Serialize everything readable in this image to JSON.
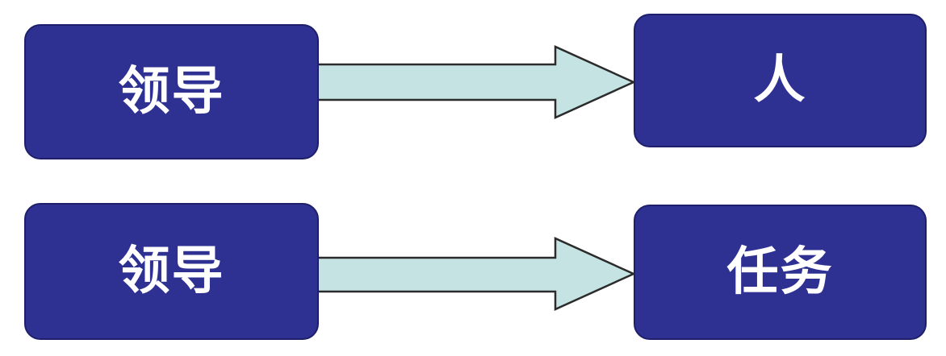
{
  "diagram": {
    "rows": [
      {
        "source": {
          "label": "领导"
        },
        "target": {
          "label": "人"
        }
      },
      {
        "source": {
          "label": "领导"
        },
        "target": {
          "label": "任务"
        }
      }
    ],
    "colors": {
      "box_fill": "#2e3192",
      "box_border": "#1d1f6b",
      "box_text": "#ffffff",
      "arrow_fill": "#c5e3e3",
      "arrow_stroke": "#2b2b2b"
    }
  }
}
